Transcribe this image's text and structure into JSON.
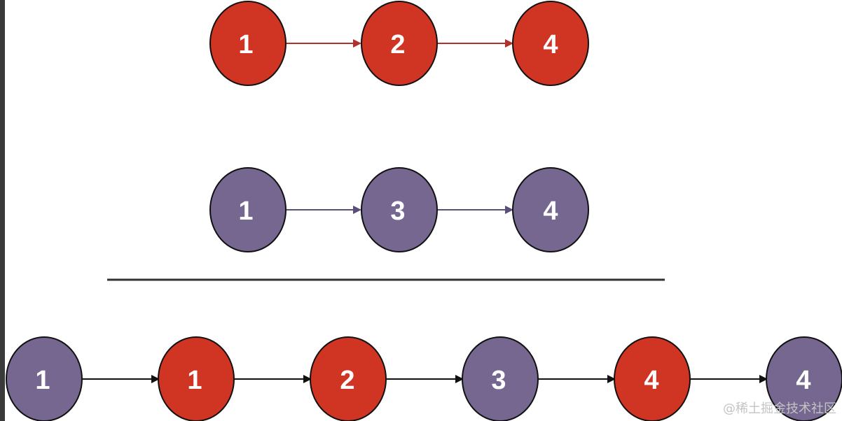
{
  "colors": {
    "red_node": "#d03423",
    "purple_node": "#75678f",
    "node_stroke": "#111111",
    "red_arrow": "#b2312a",
    "purple_arrow": "#5b4f7a",
    "black_arrow": "#111111",
    "divider": "#333333",
    "text": "#ffffff"
  },
  "list_a": {
    "nodes": [
      {
        "label": "1",
        "color": "red"
      },
      {
        "label": "2",
        "color": "red"
      },
      {
        "label": "4",
        "color": "red"
      }
    ]
  },
  "list_b": {
    "nodes": [
      {
        "label": "1",
        "color": "purple"
      },
      {
        "label": "3",
        "color": "purple"
      },
      {
        "label": "4",
        "color": "purple"
      }
    ]
  },
  "merged": {
    "nodes": [
      {
        "label": "1",
        "color": "purple"
      },
      {
        "label": "1",
        "color": "red"
      },
      {
        "label": "2",
        "color": "red"
      },
      {
        "label": "3",
        "color": "purple"
      },
      {
        "label": "4",
        "color": "red"
      },
      {
        "label": "4",
        "color": "purple"
      }
    ]
  },
  "watermark": "@稀土掘金技术社区"
}
